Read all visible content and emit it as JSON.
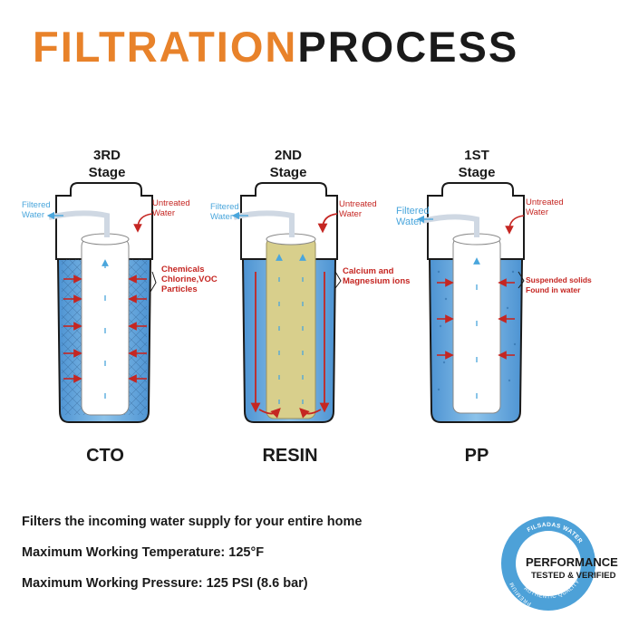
{
  "title": {
    "part1": "FILTRATION",
    "part2": "PROCESS"
  },
  "stages": [
    {
      "id": "cto",
      "line1": "3RD",
      "line2": "Stage",
      "name": "CTO",
      "out_label": [
        "Filtered",
        "Water"
      ],
      "in_label": [
        "Untreated",
        "Water"
      ],
      "annotation": [
        "Chemicals",
        "Chlorine,VOC",
        "Particles"
      ]
    },
    {
      "id": "resin",
      "line1": "2ND",
      "line2": "Stage",
      "name": "RESIN",
      "out_label": [
        "Filtered",
        "Water"
      ],
      "in_label": [
        "Untreated",
        "Water"
      ],
      "annotation": [
        "Calcium and",
        "Magnesium ions"
      ]
    },
    {
      "id": "pp",
      "line1": "1ST",
      "line2": "Stage",
      "name": "PP",
      "out_label": [
        "Filtered",
        "Water"
      ],
      "in_label": [
        "Untreated",
        "Water"
      ],
      "annotation": [
        "Suspended solids",
        "Found in water"
      ]
    }
  ],
  "specs": {
    "line1": "Filters the incoming water supply for your entire home",
    "line2": "Maximum Working Temperature: 125°F",
    "line3": "Maximum Working Pressure: 125 PSI (8.6 bar)"
  },
  "badge": {
    "ring_top": "FILSADAS WATER",
    "ring_left": "PREMIUM",
    "ring_bottom": "AUTHENTIC QUALITY",
    "main": "PERFORMANCE",
    "sub": "TESTED & VERIFIED"
  },
  "colors": {
    "title_accent": "#e8822a",
    "flow_blue": "#4aa6dc",
    "flow_red": "#c52622",
    "resin_fill": "#d8cf8c",
    "housing_blue": "#5b9fd8"
  }
}
